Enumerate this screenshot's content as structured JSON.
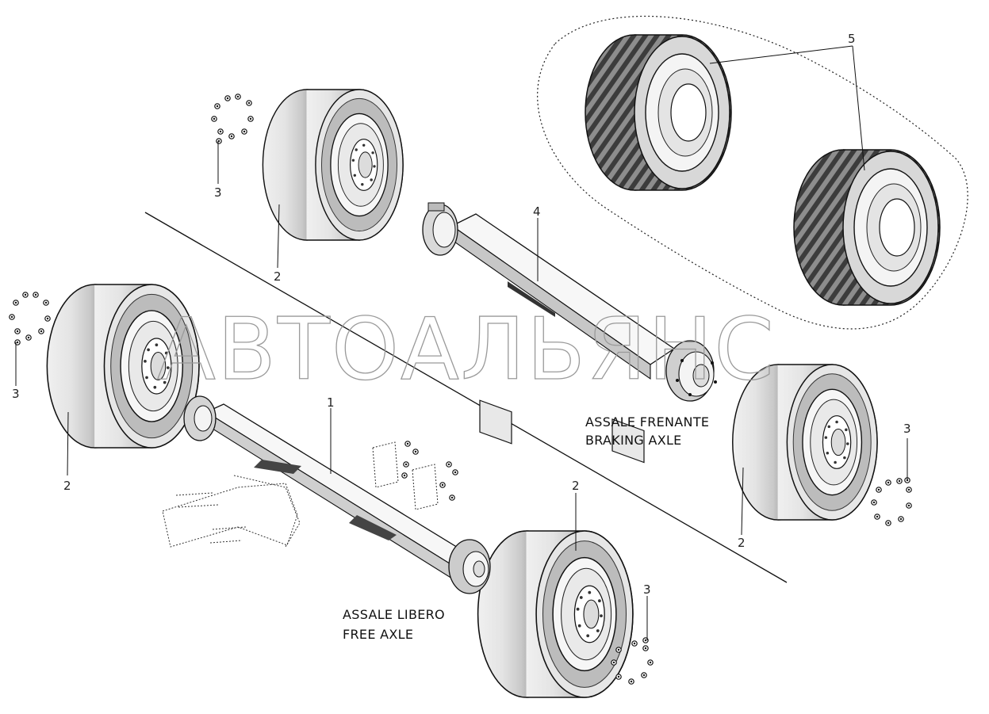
{
  "watermark": "АВТОАЛЬЯНС",
  "captions": {
    "braking_axle_it": "ASSALE FRENANTE",
    "braking_axle_en": "BRAKING AXLE",
    "free_axle_it": "ASSALE LIBERO",
    "free_axle_en": "FREE AXLE"
  },
  "callouts": {
    "free_axle": "1",
    "wheel": "2",
    "wheel_nuts": "3",
    "braking_axle": "4",
    "flotation_tyres": "5"
  },
  "colors": {
    "tyre_dark": "#5a5a5a",
    "tyre_mid": "#9b9b9b",
    "tyre_light": "#e3e3e3",
    "rim": "#f2f2f2",
    "line": "#111111"
  }
}
